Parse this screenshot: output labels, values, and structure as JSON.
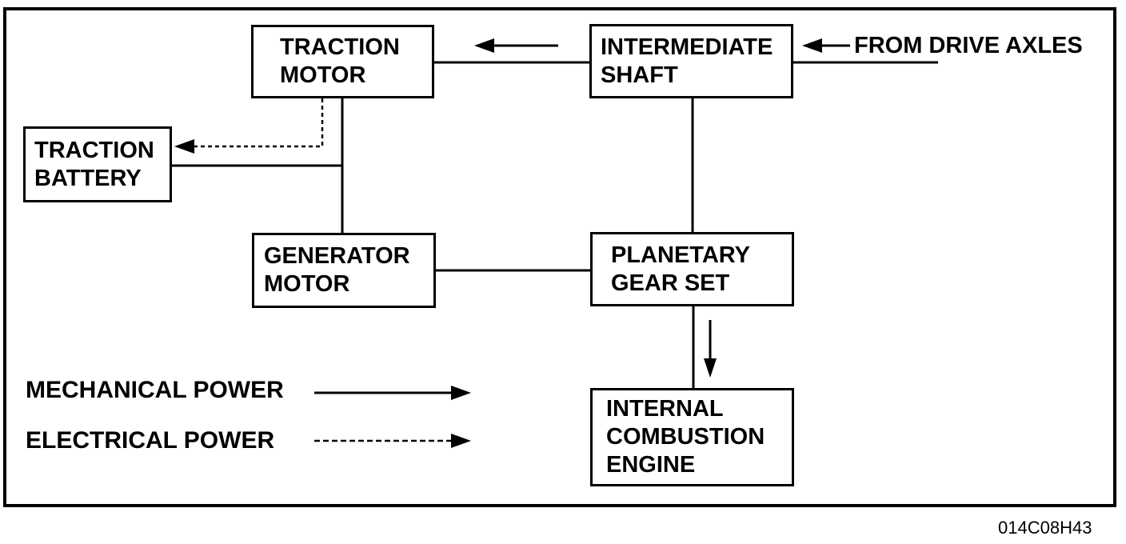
{
  "figure": {
    "code": "014C08H43",
    "type": "block-diagram"
  },
  "boxes": {
    "traction_motor": {
      "line1": "TRACTION",
      "line2": "MOTOR"
    },
    "intermediate_shaft": {
      "line1": "INTERMEDIATE",
      "line2": "SHAFT"
    },
    "traction_battery": {
      "line1": "TRACTION",
      "line2": "BATTERY"
    },
    "generator_motor": {
      "line1": "GENERATOR",
      "line2": "MOTOR"
    },
    "planetary_gear_set": {
      "line1": "PLANETARY",
      "line2": "GEAR SET"
    },
    "internal_combustion_engine": {
      "line1": "INTERNAL",
      "line2": "COMBUSTION",
      "line3": "ENGINE"
    }
  },
  "annotations": {
    "from_drive_axles": "FROM DRIVE AXLES"
  },
  "legend": {
    "mechanical": {
      "label": "MECHANICAL POWER",
      "line_style": "solid"
    },
    "electrical": {
      "label": "ELECTRICAL POWER",
      "line_style": "dashed"
    }
  },
  "connections": [
    {
      "from": "drive_axles",
      "to": "intermediate_shaft",
      "line_style": "solid",
      "arrow": "toward intermediate_shaft"
    },
    {
      "from": "intermediate_shaft",
      "to": "traction_motor",
      "line_style": "solid",
      "arrow": "toward traction_motor"
    },
    {
      "from": "intermediate_shaft",
      "to": "planetary_gear_set",
      "line_style": "solid",
      "arrow": "none"
    },
    {
      "from": "traction_motor",
      "to": "generator_motor",
      "line_style": "solid",
      "arrow": "none"
    },
    {
      "from": "traction_battery",
      "to": "traction_motor_generator_motor_line",
      "line_style": "solid",
      "arrow": "none"
    },
    {
      "from": "traction_motor",
      "to": "traction_battery",
      "line_style": "dashed",
      "arrow": "toward traction_battery"
    },
    {
      "from": "generator_motor",
      "to": "planetary_gear_set",
      "line_style": "solid",
      "arrow": "none"
    },
    {
      "from": "planetary_gear_set",
      "to": "internal_combustion_engine",
      "line_style": "solid",
      "arrow": "toward internal_combustion_engine"
    }
  ],
  "colors": {
    "ink": "#000000",
    "background": "#ffffff",
    "box_fill": "#ffffff"
  }
}
